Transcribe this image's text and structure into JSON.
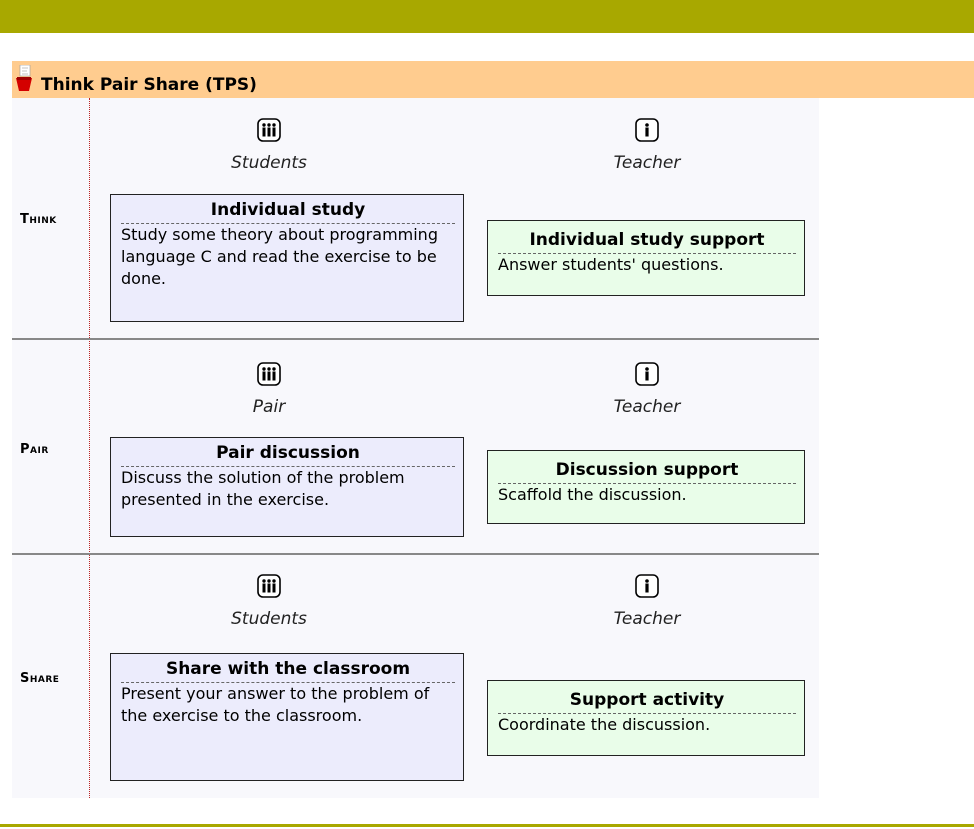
{
  "title": "Think Pair Share (TPS)",
  "phases": [
    {
      "label": "Think",
      "student_role": "Students",
      "teacher_role": "Teacher",
      "student_card": {
        "title": "Individual study",
        "description": "Study some theory about programming language C and read the exercise to be done."
      },
      "teacher_card": {
        "title": "Individual study support",
        "description": "Answer students' questions."
      }
    },
    {
      "label": "Pair",
      "student_role": "Pair",
      "teacher_role": "Teacher",
      "student_card": {
        "title": "Pair discussion",
        "description": "Discuss the solution of the problem presented in the exercise."
      },
      "teacher_card": {
        "title": "Discussion support",
        "description": "Scaffold the discussion."
      }
    },
    {
      "label": "Share",
      "student_role": "Students",
      "teacher_role": "Teacher",
      "student_card": {
        "title": "Share with the classroom",
        "description": "Present your answer to the problem of the exercise to the classroom."
      },
      "teacher_card": {
        "title": "Support activity",
        "description": "Coordinate the discussion."
      }
    }
  ],
  "icons": {
    "title_icon": "flower-pot-icon",
    "group_icon": "group-people-icon",
    "teacher_icon": "single-person-icon"
  },
  "colors": {
    "top_bar": "#a8a800",
    "title_bar": "#ffcc8f",
    "student_card": "#ececfc",
    "teacher_card": "#e9fde9"
  }
}
